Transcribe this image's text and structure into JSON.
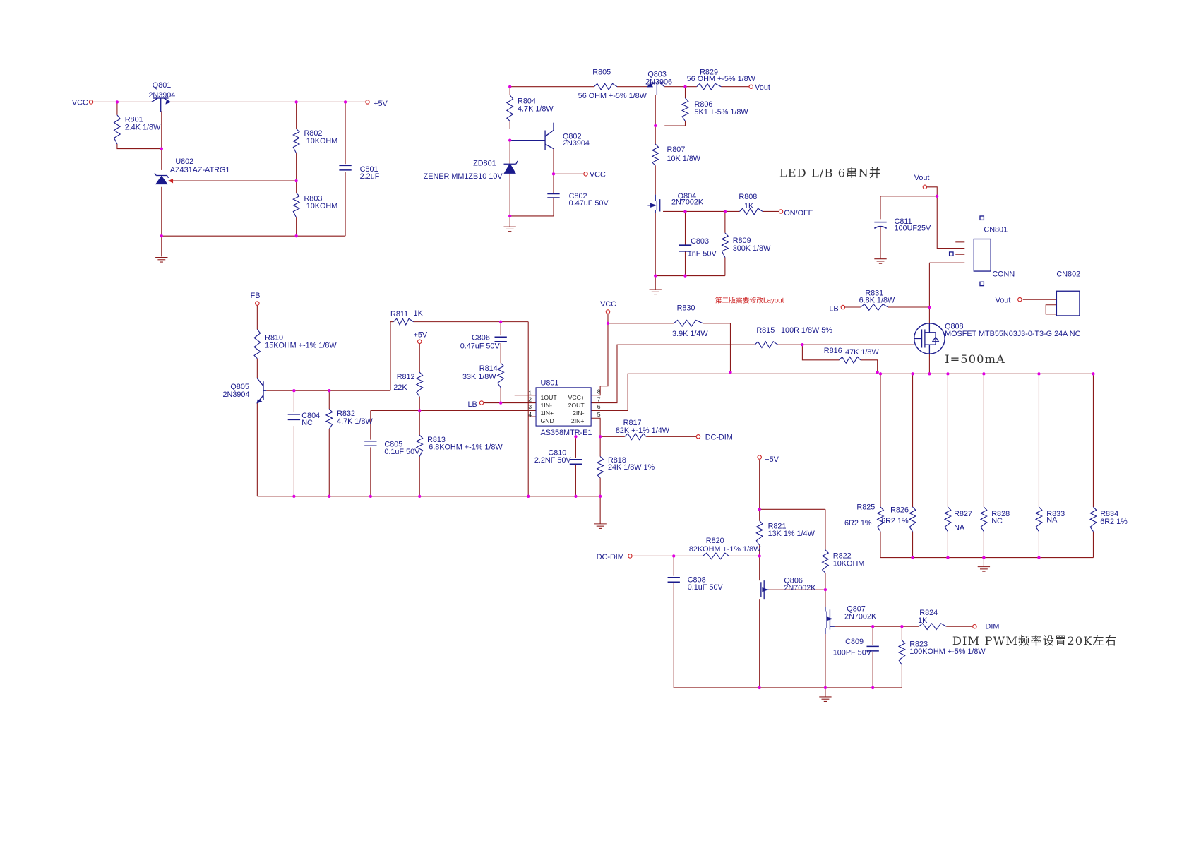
{
  "colors": {
    "wire": "#8b1a1a",
    "component": "#1a1a8c",
    "node": "#e000e0",
    "label": "#1a1a8c",
    "note": "#333333",
    "red": "#cc2222"
  },
  "nets": {
    "vcc": "VCC",
    "plus5": "+5V",
    "vout": "Vout",
    "fb": "FB",
    "lb": "LB",
    "onoff": "ON/OFF",
    "dcdim": "DC-DIM",
    "dim": "DIM"
  },
  "parts": {
    "Q801": {
      "ref": "Q801",
      "value": "2N3904"
    },
    "R801": {
      "ref": "R801",
      "value": "2.4K 1/8W"
    },
    "U802": {
      "ref": "U802",
      "value": "AZ431AZ-ATRG1"
    },
    "R802": {
      "ref": "R802",
      "value": "10KOHM"
    },
    "R803": {
      "ref": "R803",
      "value": "10KOHM"
    },
    "C801": {
      "ref": "C801",
      "value": "2.2uF"
    },
    "R805": {
      "ref": "R805",
      "value": "56 OHM +-5% 1/8W"
    },
    "R804": {
      "ref": "R804",
      "value": "4.7K 1/8W"
    },
    "Q802": {
      "ref": "Q802",
      "value": "2N3904"
    },
    "ZD801": {
      "ref": "ZD801",
      "value": "ZENER MM1ZB10 10V"
    },
    "C802": {
      "ref": "C802",
      "value": "0.47uF 50V"
    },
    "Q803": {
      "ref": "Q803",
      "value": "2N3906"
    },
    "R829": {
      "ref": "R829",
      "value": "56 OHM +-5% 1/8W"
    },
    "R806": {
      "ref": "R806",
      "value": "5K1 +-5% 1/8W"
    },
    "R807": {
      "ref": "R807",
      "value": "10K 1/8W"
    },
    "Q804": {
      "ref": "Q804",
      "value": "2N7002K"
    },
    "R808": {
      "ref": "R808",
      "value": "1K"
    },
    "C803": {
      "ref": "C803",
      "value": "1nF 50V"
    },
    "R809": {
      "ref": "R809",
      "value": "300K 1/8W"
    },
    "C811": {
      "ref": "C811",
      "value": "100UF25V"
    },
    "CN801": {
      "ref": "CN801",
      "value": "CONN"
    },
    "CN802": {
      "ref": "CN802",
      "value": ""
    },
    "R831": {
      "ref": "R831",
      "value": "6.8K 1/8W"
    },
    "Q808": {
      "ref": "Q808",
      "value": "MOSFET MTB55N03J3-0-T3-G 24A NC"
    },
    "R810": {
      "ref": "R810",
      "value": "15KOHM +-1% 1/8W"
    },
    "Q805": {
      "ref": "Q805",
      "value": "2N3904"
    },
    "R811": {
      "ref": "R811",
      "value": "1K"
    },
    "C806": {
      "ref": "C806",
      "value": "0.47uF 50V"
    },
    "R814": {
      "ref": "R814",
      "value": "33K 1/8W"
    },
    "R812": {
      "ref": "R812",
      "value": "22K"
    },
    "C804": {
      "ref": "C804",
      "value": "NC"
    },
    "R832": {
      "ref": "R832",
      "value": "4.7K 1/8W"
    },
    "C805": {
      "ref": "C805",
      "value": "0.1uF 50V"
    },
    "R813": {
      "ref": "R813",
      "value": "6.8KOHM +-1% 1/8W"
    },
    "U801": {
      "ref": "U801",
      "value": "AS358MTR-E1"
    },
    "R830": {
      "ref": "R830",
      "value": "3.9K 1/4W"
    },
    "R815": {
      "ref": "R815",
      "value": "100R 1/8W 5%"
    },
    "R816": {
      "ref": "R816",
      "value": "47K 1/8W"
    },
    "R817": {
      "ref": "R817",
      "value": "82K +-1% 1/4W"
    },
    "C810": {
      "ref": "C810",
      "value": "2.2NF 50V"
    },
    "R818": {
      "ref": "R818",
      "value": "24K 1/8W 1%"
    },
    "R825": {
      "ref": "R825",
      "value": "6R2 1%"
    },
    "R826": {
      "ref": "R826",
      "value": "6R2 1%"
    },
    "R827": {
      "ref": "R827",
      "value": "NA"
    },
    "R828": {
      "ref": "R828",
      "value": "NC"
    },
    "R833": {
      "ref": "R833",
      "value": "NA"
    },
    "R834": {
      "ref": "R834",
      "value": "6R2 1%"
    },
    "R821": {
      "ref": "R821",
      "value": "13K 1% 1/4W"
    },
    "R820": {
      "ref": "R820",
      "value": "82KOHM +-1% 1/8W"
    },
    "R822": {
      "ref": "R822",
      "value": "10KOHM"
    },
    "C808": {
      "ref": "C808",
      "value": "0.1uF 50V"
    },
    "Q806": {
      "ref": "Q806",
      "value": "2N7002K"
    },
    "Q807": {
      "ref": "Q807",
      "value": "2N7002K"
    },
    "R824": {
      "ref": "R824",
      "value": "1K"
    },
    "C809": {
      "ref": "C809",
      "value": "100PF 50V"
    },
    "R823": {
      "ref": "R823",
      "value": "100KOHM +-5% 1/8W"
    }
  },
  "u801_pins": [
    "1OUT",
    "1IN-",
    "1IN+",
    "GND",
    "VCC+",
    "2OUT",
    "2IN-",
    "2IN+"
  ],
  "notes": {
    "led": "LED L/B 6串N并",
    "revision": "第二版需要修改Layout",
    "current": "I=500mA",
    "dim_freq": "DIM PWM频率设置20K左右"
  }
}
